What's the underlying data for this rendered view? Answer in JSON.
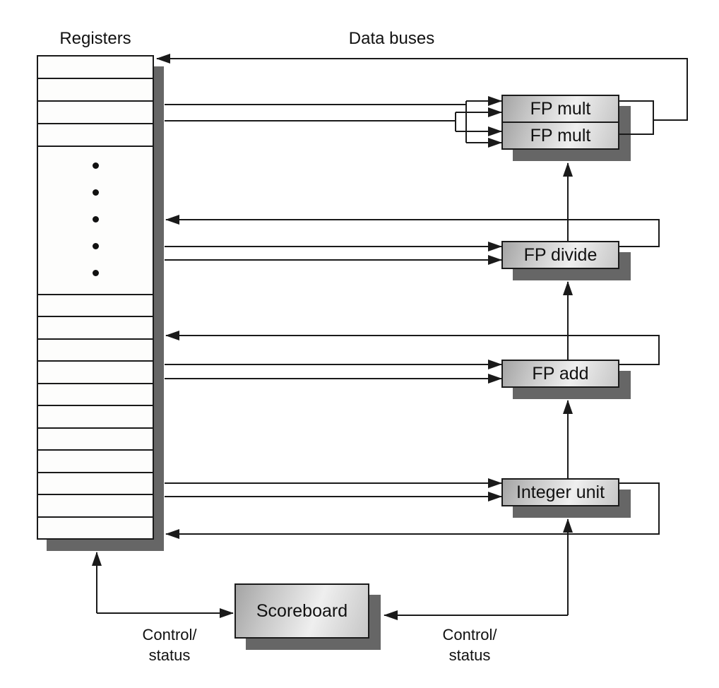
{
  "labels": {
    "registers": "Registers",
    "data_buses": "Data buses"
  },
  "units": {
    "fp_mult_1": "FP mult",
    "fp_mult_2": "FP mult",
    "fp_divide": "FP divide",
    "fp_add": "FP add",
    "integer_unit": "Integer unit",
    "scoreboard": "Scoreboard"
  },
  "control_status_left": {
    "line1": "Control/",
    "line2": "status"
  },
  "control_status_right": {
    "line1": "Control/",
    "line2": "status"
  },
  "registers": {
    "top_row_count": 4,
    "bottom_row_count": 11,
    "dot_count": 5
  },
  "colors": {
    "line": "#1a1a1a",
    "shadow": "#666666",
    "unit-dark": "#a4a4a4",
    "unit-light": "#efefef",
    "unit-mid": "#c6c6c6",
    "registers-fill": "#fdfdfc",
    "background": "#ffffff",
    "text": "#111111"
  }
}
